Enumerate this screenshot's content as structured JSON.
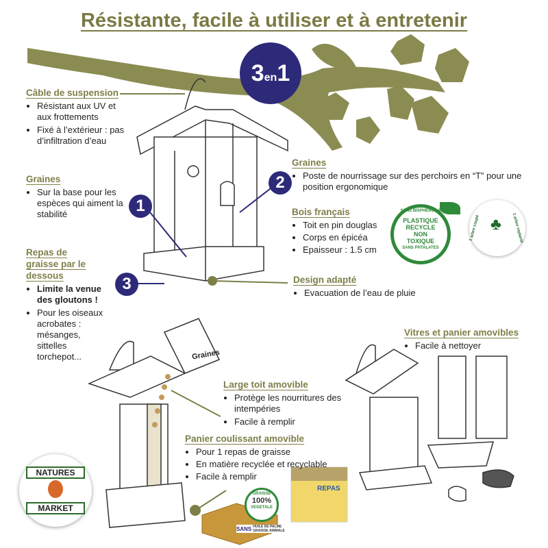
{
  "title": "Résistante, facile à utiliser et à entretenir",
  "badge": {
    "big": "3",
    "small": "en",
    "big2": "1"
  },
  "markers": [
    "1",
    "2",
    "3"
  ],
  "sections": {
    "cable": {
      "heading": "Câble de suspension",
      "items": [
        "Résistant aux UV et aux frottements",
        "Fixé à l’extérieur : pas d’infiltration d’eau"
      ]
    },
    "graines_left": {
      "heading": "Graines",
      "items": [
        "Sur la base pour les espèces qui aiment la stabilité"
      ]
    },
    "repas": {
      "heading": "Repas de graisse par le dessous",
      "items": [
        "Limite la venue des gloutons !",
        "Pour les oiseaux acrobates : mésanges, sittelles torchepot..."
      ]
    },
    "graines_right": {
      "heading": "Graines",
      "items": [
        "Poste de nourrissage sur des perchoirs en “T” pour une position ergonomique"
      ]
    },
    "bois": {
      "heading": "Bois français",
      "items": [
        "Toit en pin douglas",
        "Corps en épicéa",
        "Epaisseur : 1.5 cm"
      ]
    },
    "design": {
      "heading": "Design adapté",
      "items": [
        "Evacuation de l’eau de pluie"
      ]
    },
    "vitres": {
      "heading": "Vitres et panier amovibles",
      "items": [
        "Facile à nettoyer"
      ]
    },
    "toit": {
      "heading": "Large toit amovible",
      "items": [
        "Protège les nourritures des intempéries",
        "Facile à remplir"
      ]
    },
    "panier": {
      "heading": "Panier coulissant amovible",
      "items": [
        "Pour 1 repas de graisse",
        "En matière recyclée et recyclable",
        "Facile à remplir"
      ]
    }
  },
  "seal_plastic": {
    "top": "SANS BISPHENOL A",
    "center": [
      "PLASTIQUE",
      "RECYCLE",
      "NON",
      "TOXIQUE"
    ],
    "bottom": "SANS PHTALATES"
  },
  "seal_tree": {
    "left": "1 arbre coupé",
    "right": "1 arbre replanté"
  },
  "seed_bag": "Graines",
  "seal_fat": {
    "top": "GRAISSE",
    "center": "100%",
    "bottom": "VEGETALE",
    "sans": "SANS",
    "sans_items": [
      "HUILE DE PALME",
      "GRAISSE ANIMALE"
    ]
  },
  "product_box": "REPAS",
  "brand": {
    "line1": "NATURES",
    "line2": "MARKET"
  },
  "colors": {
    "olive": "#7d7f48",
    "navy": "#2d2a79",
    "green": "#2f8a3a"
  }
}
